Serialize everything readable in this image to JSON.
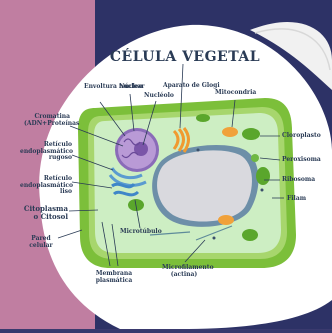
{
  "title": "CÉLULA VEGETAL",
  "labels": {
    "envoltura_nuclear": "Envoltura nuclear",
    "nucleo": "Núcleo",
    "nucleolo": "Nucléolo",
    "aparato_golgi": "Aparato de Glogi",
    "mitocondria": "Mitocondria",
    "cromatina": "Cromatina (ADN+Proteínas",
    "reticulo_rugoso": "Retículo endoplasmático rugoso",
    "reticulo_liso": "Retículo endoplasmático liso",
    "citoplasma": "Citoplasma o Citosol",
    "pared_celular": "Pared celular",
    "cloroplasto": "Cloroplasto",
    "peroxisoma": "Peroxisoma",
    "ribosoma": "Ribosoma",
    "filamento": "Filam",
    "microtubulo": "Microtúbulo",
    "microfilamento": "Microfilamento (actina)",
    "membrana": "Membrana plasmática"
  },
  "colors": {
    "cell_wall": "#7cbf3a",
    "cytoplasm": "#cdeec3",
    "vacuole": "#d9d9de",
    "nucleus": "#b99ad6",
    "mitochondria": "#f0a13a",
    "chloroplast": "#5aa62c",
    "text": "#2a3b55"
  }
}
